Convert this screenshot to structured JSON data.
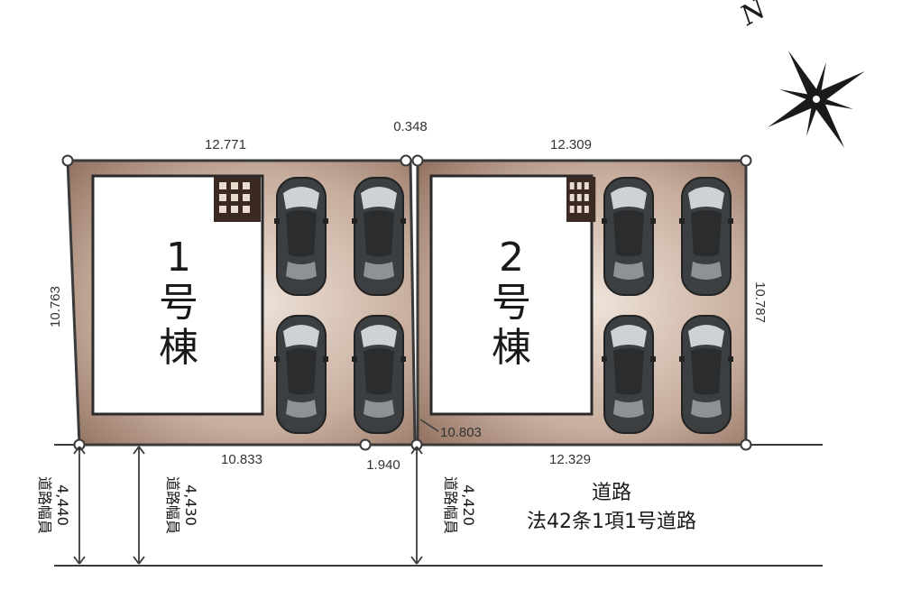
{
  "compass": {
    "label": "N",
    "icon": "compass-rose-icon"
  },
  "colors": {
    "lot": "#a88a7a",
    "lot_light": "#e9dcd2",
    "building": "#ffffff",
    "car": "#3c3f41",
    "line": "#3a3a3a"
  },
  "lots": [
    {
      "label_number": "1",
      "label_go": "号",
      "label_to": "棟",
      "parking_spaces": 4
    },
    {
      "label_number": "2",
      "label_go": "号",
      "label_to": "棟",
      "parking_spaces": 4
    }
  ],
  "dimensions": {
    "top_lot1": "12.771",
    "top_gap": "0.348",
    "top_lot2": "12.309",
    "left_lot1": "10.763",
    "right_lot2": "10.787",
    "divider": "10.803",
    "bottom_lot1": "10.833",
    "bottom_mid": "1.940",
    "bottom_lot2": "12.329"
  },
  "road": {
    "name": "道路",
    "law": "法42条1項1号道路",
    "widths": [
      {
        "label": "道路幅員",
        "value": "4,440"
      },
      {
        "label": "道路幅員",
        "value": "4,430"
      },
      {
        "label": "道路幅員",
        "value": "4,420"
      }
    ]
  }
}
